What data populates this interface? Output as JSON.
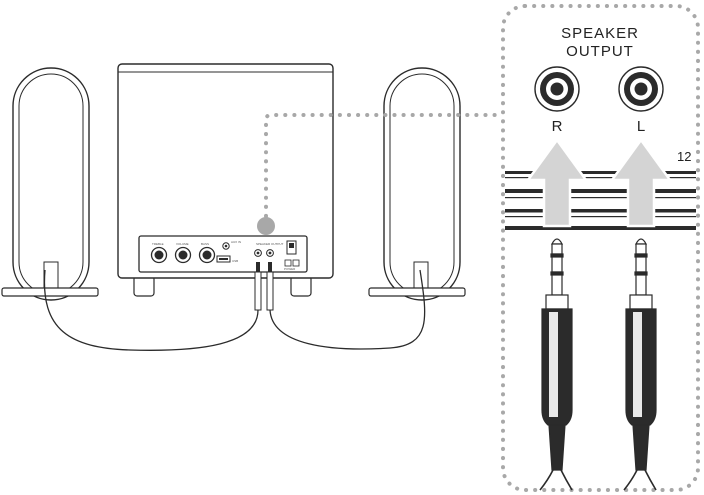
{
  "callout": {
    "title_line1": "SPEAKER",
    "title_line2": "OUTPUT",
    "jack_right_label": "R",
    "jack_left_label": "L",
    "edge_number": "12"
  },
  "panel": {
    "knob_labels": [
      "TREBLE",
      "VOLUME",
      "BASS"
    ],
    "small_labels": [
      "AUX IN",
      "USB",
      "SPEAKER OUTPUT",
      "POWER"
    ]
  },
  "colors": {
    "line": "#2b2b2b",
    "dots": "#a8a8a8",
    "arrow": "#d4d4d4",
    "cable_light": "#e9e9e9",
    "cable_dark": "#555555"
  }
}
